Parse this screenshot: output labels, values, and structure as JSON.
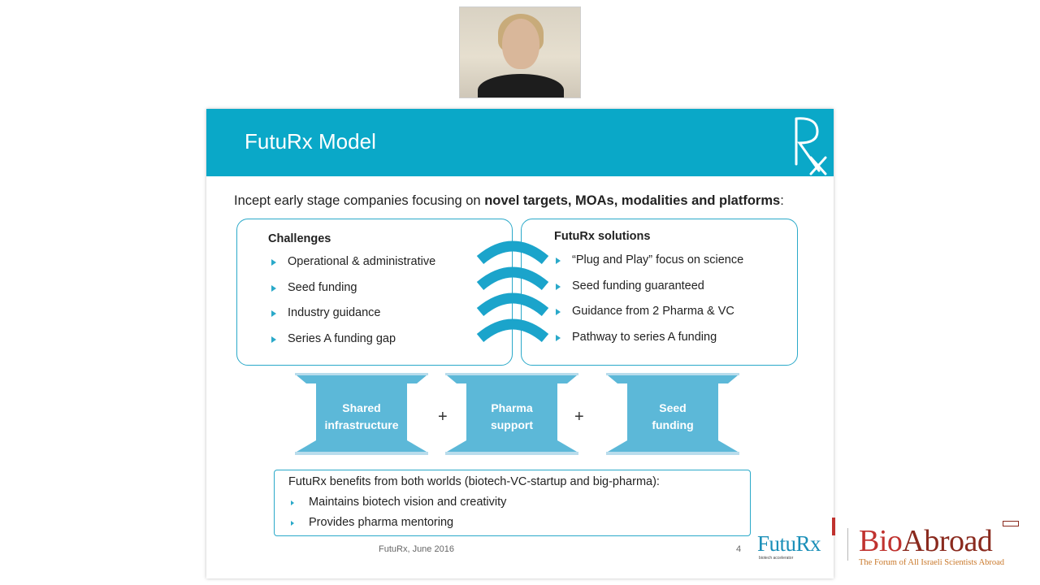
{
  "webcam": {
    "label": "presenter-video"
  },
  "slide": {
    "title": "FutuRx Model",
    "intro_prefix": "Incept early stage companies focusing on ",
    "intro_bold": "novel targets, MOAs, modalities and platforms",
    "intro_suffix": ":",
    "challenges": {
      "title": "Challenges",
      "items": [
        "Operational & administrative",
        "Seed funding",
        "Industry guidance",
        "Series A funding gap"
      ]
    },
    "solutions": {
      "title": "FutuRx solutions",
      "items": [
        "“Plug and Play” focus on science",
        "Seed funding guaranteed",
        "Guidance from 2 Pharma & VC",
        "Pathway to series A funding"
      ]
    },
    "pillars": [
      {
        "line1": "Shared",
        "line2": "infrastructure"
      },
      {
        "line1": "Pharma",
        "line2": "support"
      },
      {
        "line1": "Seed",
        "line2": "funding"
      }
    ],
    "plus_sign": "+",
    "benefits": {
      "intro": "FutuRx benefits from both worlds (biotech-VC-startup and big-pharma):",
      "items": [
        "Maintains biotech vision and creativity",
        "Provides pharma mentoring"
      ]
    },
    "footer": "FutuRx, June 2016",
    "page_number": "4",
    "logo_word": "FutuRx",
    "logo_tagline": "biotech accelerator"
  },
  "overlay_brand": {
    "name_part1": "Bio",
    "name_part2": "Abroad",
    "tagline": "The Forum of All Israeli Scientists Abroad"
  },
  "colors": {
    "accent": "#0aa8c8",
    "pillar": "#5cb8d8",
    "text": "#222222",
    "brand_red": "#c0322f"
  }
}
